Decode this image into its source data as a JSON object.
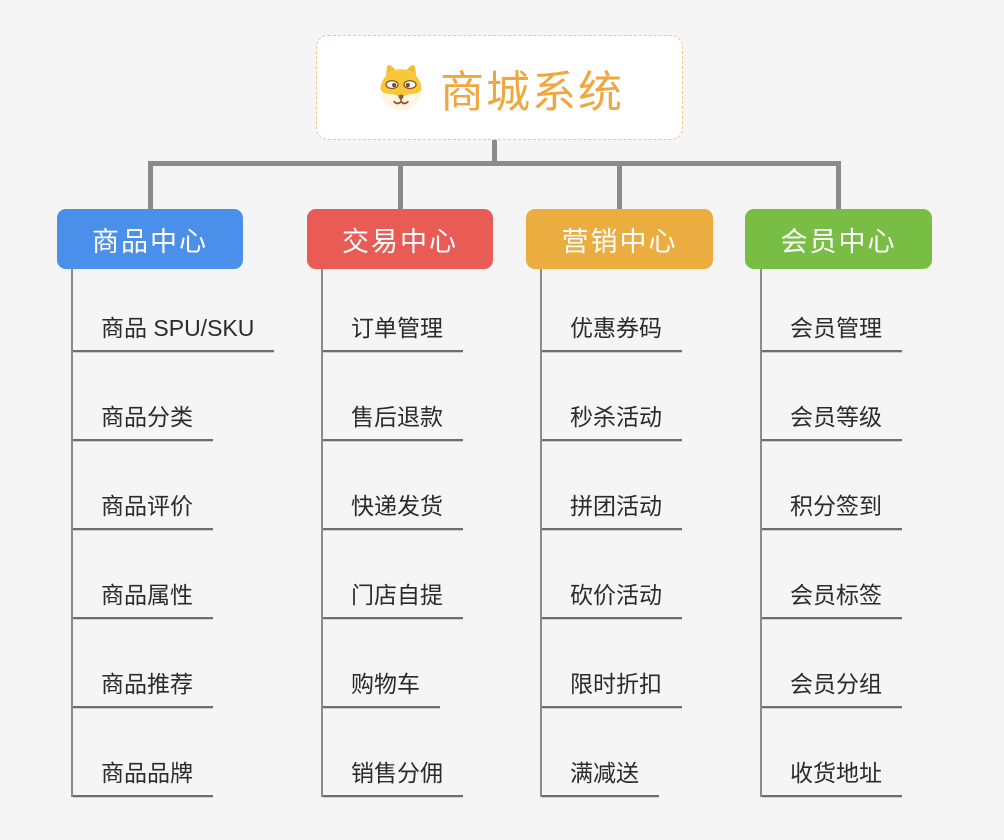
{
  "root": {
    "title": "商城系统",
    "icon": "dog-face-icon"
  },
  "branches": [
    {
      "id": "product-center",
      "label": "商品中心",
      "color": "#4A8FE9",
      "items": [
        "商品 SPU/SKU",
        "商品分类",
        "商品评价",
        "商品属性",
        "商品推荐",
        "商品品牌"
      ]
    },
    {
      "id": "trade-center",
      "label": "交易中心",
      "color": "#E95B55",
      "items": [
        "订单管理",
        "售后退款",
        "快递发货",
        "门店自提",
        "购物车",
        "销售分佣"
      ]
    },
    {
      "id": "marketing-center",
      "label": "营销中心",
      "color": "#EBAD40",
      "items": [
        "优惠券码",
        "秒杀活动",
        "拼团活动",
        "砍价活动",
        "限时折扣",
        "满减送"
      ]
    },
    {
      "id": "member-center",
      "label": "会员中心",
      "color": "#79BE44",
      "items": [
        "会员管理",
        "会员等级",
        "积分签到",
        "会员标签",
        "会员分组",
        "收货地址"
      ]
    }
  ],
  "colors": {
    "background": "#F5F5F6",
    "connector": "#8B8B8B",
    "underline": "#6E6E6E",
    "item_text": "#2B2B2B",
    "root_text": "#F1A73E",
    "root_border": "#F2C488"
  }
}
